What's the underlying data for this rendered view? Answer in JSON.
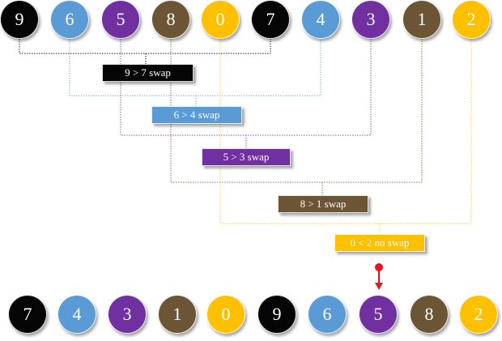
{
  "colors": {
    "black": "#050505",
    "blue": "#5b9bd5",
    "purple": "#7030a0",
    "brown": "#6b5535",
    "gold": "#ffc000"
  },
  "top_row": [
    {
      "value": "9",
      "color": "black"
    },
    {
      "value": "6",
      "color": "blue"
    },
    {
      "value": "5",
      "color": "purple"
    },
    {
      "value": "8",
      "color": "brown"
    },
    {
      "value": "0",
      "color": "gold"
    },
    {
      "value": "7",
      "color": "black"
    },
    {
      "value": "4",
      "color": "blue"
    },
    {
      "value": "3",
      "color": "purple"
    },
    {
      "value": "1",
      "color": "brown"
    },
    {
      "value": "2",
      "color": "gold"
    }
  ],
  "comparisons": [
    {
      "label": "9 > 7 swap",
      "color": "black"
    },
    {
      "label": "6 > 4 swap",
      "color": "blue"
    },
    {
      "label": "5 > 3 swap",
      "color": "purple"
    },
    {
      "label": "8 > 1 swap",
      "color": "brown"
    },
    {
      "label": "0 < 2 no swap",
      "color": "gold"
    }
  ],
  "bottom_row": [
    {
      "value": "7",
      "color": "black"
    },
    {
      "value": "4",
      "color": "blue"
    },
    {
      "value": "3",
      "color": "purple"
    },
    {
      "value": "1",
      "color": "brown"
    },
    {
      "value": "0",
      "color": "gold"
    },
    {
      "value": "9",
      "color": "black"
    },
    {
      "value": "6",
      "color": "blue"
    },
    {
      "value": "5",
      "color": "purple"
    },
    {
      "value": "8",
      "color": "brown"
    },
    {
      "value": "2",
      "color": "gold"
    }
  ]
}
